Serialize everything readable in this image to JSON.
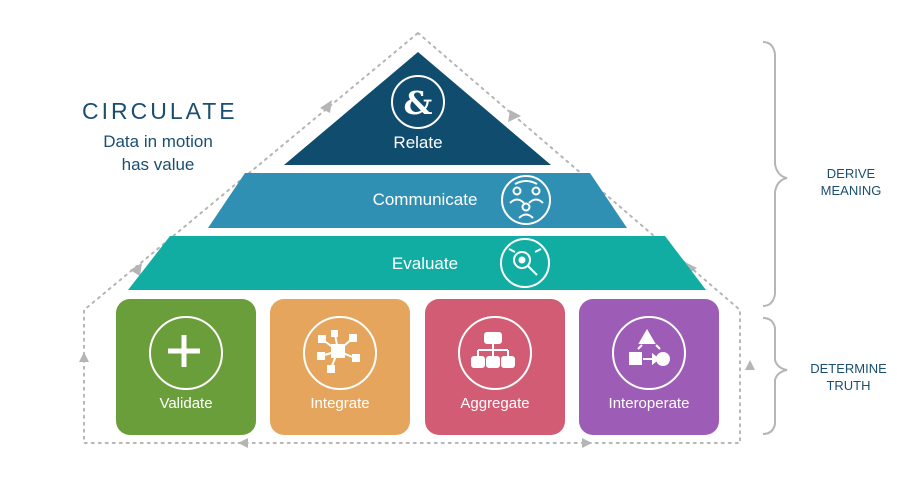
{
  "circulate": {
    "title": "CIRCULATE",
    "subtitle_line1": "Data in motion",
    "subtitle_line2": "has value"
  },
  "pyramid": {
    "top": {
      "label": "Relate",
      "icon": "ampersand-icon",
      "color": "#0f4c6e"
    },
    "middle": {
      "label": "Communicate",
      "icon": "people-exchange-icon",
      "color": "#2f90b3"
    },
    "base": {
      "label": "Evaluate",
      "icon": "magnifier-icon",
      "color": "#11ada3"
    }
  },
  "foundation": [
    {
      "label": "Validate",
      "icon": "plus-icon",
      "color": "#6a9e3b"
    },
    {
      "label": "Integrate",
      "icon": "network-hub-icon",
      "color": "#e5a55c"
    },
    {
      "label": "Aggregate",
      "icon": "hierarchy-icon",
      "color": "#d15c74"
    },
    {
      "label": "Interoperate",
      "icon": "shapes-exchange-icon",
      "color": "#9d5cb6"
    }
  ],
  "brackets": {
    "upper_line1": "DERIVE",
    "upper_line2": "MEANING",
    "lower_line1": "DETERMINE",
    "lower_line2": "TRUTH"
  },
  "colors": {
    "text_navy": "#1b4f72",
    "dotted_path": "#b5b5b5",
    "bracket": "#b5b5b5"
  }
}
